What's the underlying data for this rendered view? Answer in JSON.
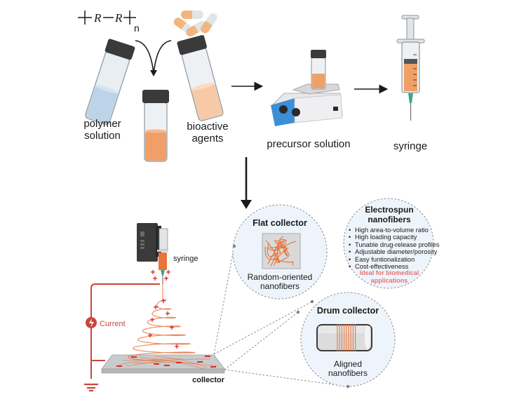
{
  "figure": {
    "formula": {
      "bracket_left": "[",
      "unit": "R—R",
      "subscript": "n"
    },
    "labels": {
      "polymer_solution": [
        "polymer",
        "solution"
      ],
      "bioactive_agents": [
        "bioactive",
        "agents"
      ],
      "precursor_solution": "precursor solution",
      "syringe_top": "syringe",
      "syringe_setup": "syringe",
      "current": "Current",
      "collector": "collector"
    },
    "flat_collector": {
      "title": "Flat collector",
      "caption": [
        "Random-oriented",
        "nanofibers"
      ]
    },
    "drum_collector": {
      "title": "Drum collector",
      "caption": [
        "Aligned",
        "nanofibers"
      ]
    },
    "electrospun": {
      "title": [
        "Electrospun",
        "nanofibers"
      ],
      "properties": [
        "High area-to-volume ratio",
        "High loading capacity",
        "Tunable drug-release profiles",
        "Adjustable diameter/porosity",
        "Easy funtionalization",
        "Cost-effectiveness"
      ],
      "highlight": [
        "Ideal for biomedical",
        "applications"
      ]
    },
    "charges": {
      "positive": "+",
      "negative": "−"
    },
    "colors": {
      "solution_orange": "#f0a066",
      "fiber_orange": "#e8743b",
      "polymer_blue": "#bcd3e8",
      "bioactive_peach": "#f8c9a6",
      "cap_dark": "#3a3a3a",
      "circuit_red": "#c9463d",
      "charge_red": "#d32f2f",
      "bubble_fill": "#eef4fb",
      "stirrer_blue": "#3c8fd6",
      "needle_green": "#3aa68a",
      "highlight_pink": "#e57373"
    }
  }
}
